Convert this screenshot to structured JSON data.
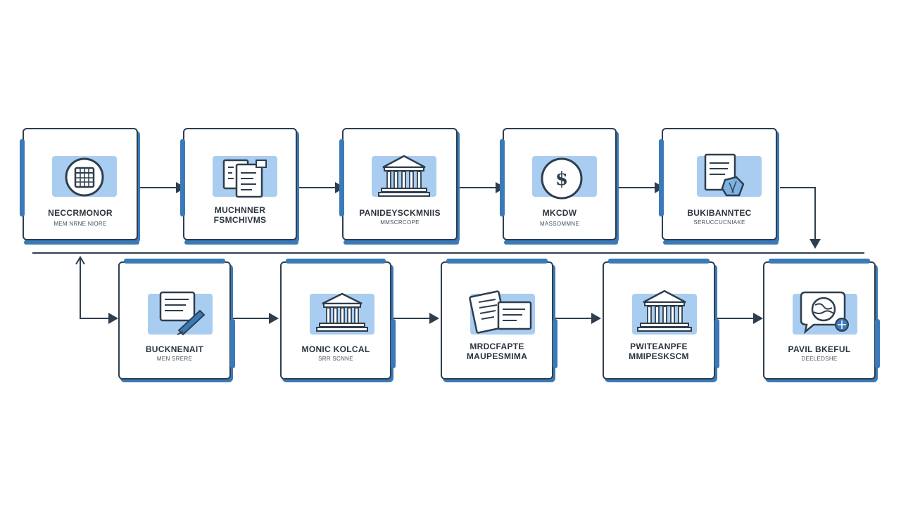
{
  "colors": {
    "accent": "#3a7ab8",
    "ink": "#2f3e4e",
    "icon_fill": "#a9cdf0"
  },
  "top_row": [
    {
      "title": "NECCRMONOR",
      "subtitle": "MEM NRNE NIORE",
      "icon": "calendar-icon"
    },
    {
      "title": "MUCHNNER\nFSMCHIVMS",
      "subtitle": "",
      "icon": "documents-icon"
    },
    {
      "title": "PANIDEYSCKMNIIS",
      "subtitle": "MMSCRCOPE",
      "icon": "bank-icon"
    },
    {
      "title": "MKCDW",
      "subtitle": "MASSOMMNE",
      "icon": "dollar-coin-icon"
    },
    {
      "title": "BUKIBANNTEC",
      "subtitle": "SERUCCUCNIAKE",
      "icon": "document-check-icon"
    }
  ],
  "bottom_row": [
    {
      "title": "BUCKNENAIT",
      "subtitle": "MEN SRERE",
      "icon": "document-pen-icon"
    },
    {
      "title": "MONIC KOLCAL",
      "subtitle": "SRR SCNNE",
      "icon": "bank-icon"
    },
    {
      "title": "MRDCFAPTE\nMAUPESMIMA",
      "subtitle": "",
      "icon": "papers-icon"
    },
    {
      "title": "PWITEANPFE\nMMIPESKSCM",
      "subtitle": "",
      "icon": "bank-icon"
    },
    {
      "title": "PAVIL BKEFUL",
      "subtitle": "DEELEDSHE",
      "icon": "globe-chat-icon"
    }
  ]
}
